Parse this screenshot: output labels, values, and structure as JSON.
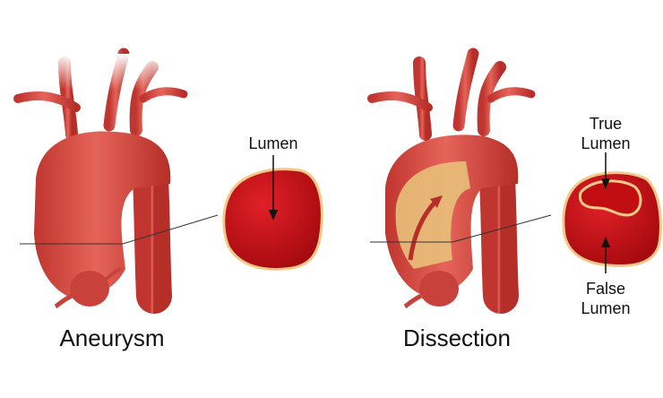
{
  "panels": {
    "aneurysm": {
      "title": "Aneurysm",
      "lumen_label": "Lumen"
    },
    "dissection": {
      "title": "Dissection",
      "true_lumen_label": [
        "True",
        "Lumen"
      ],
      "false_lumen_label": [
        "False",
        "Lumen"
      ]
    }
  },
  "colors": {
    "vessel": "#d9534a",
    "vessel_dark": "#b8322c",
    "blood": "#c10e12",
    "wall": "#f3c98a",
    "false_lumen_tissue": "#e8c07a"
  }
}
